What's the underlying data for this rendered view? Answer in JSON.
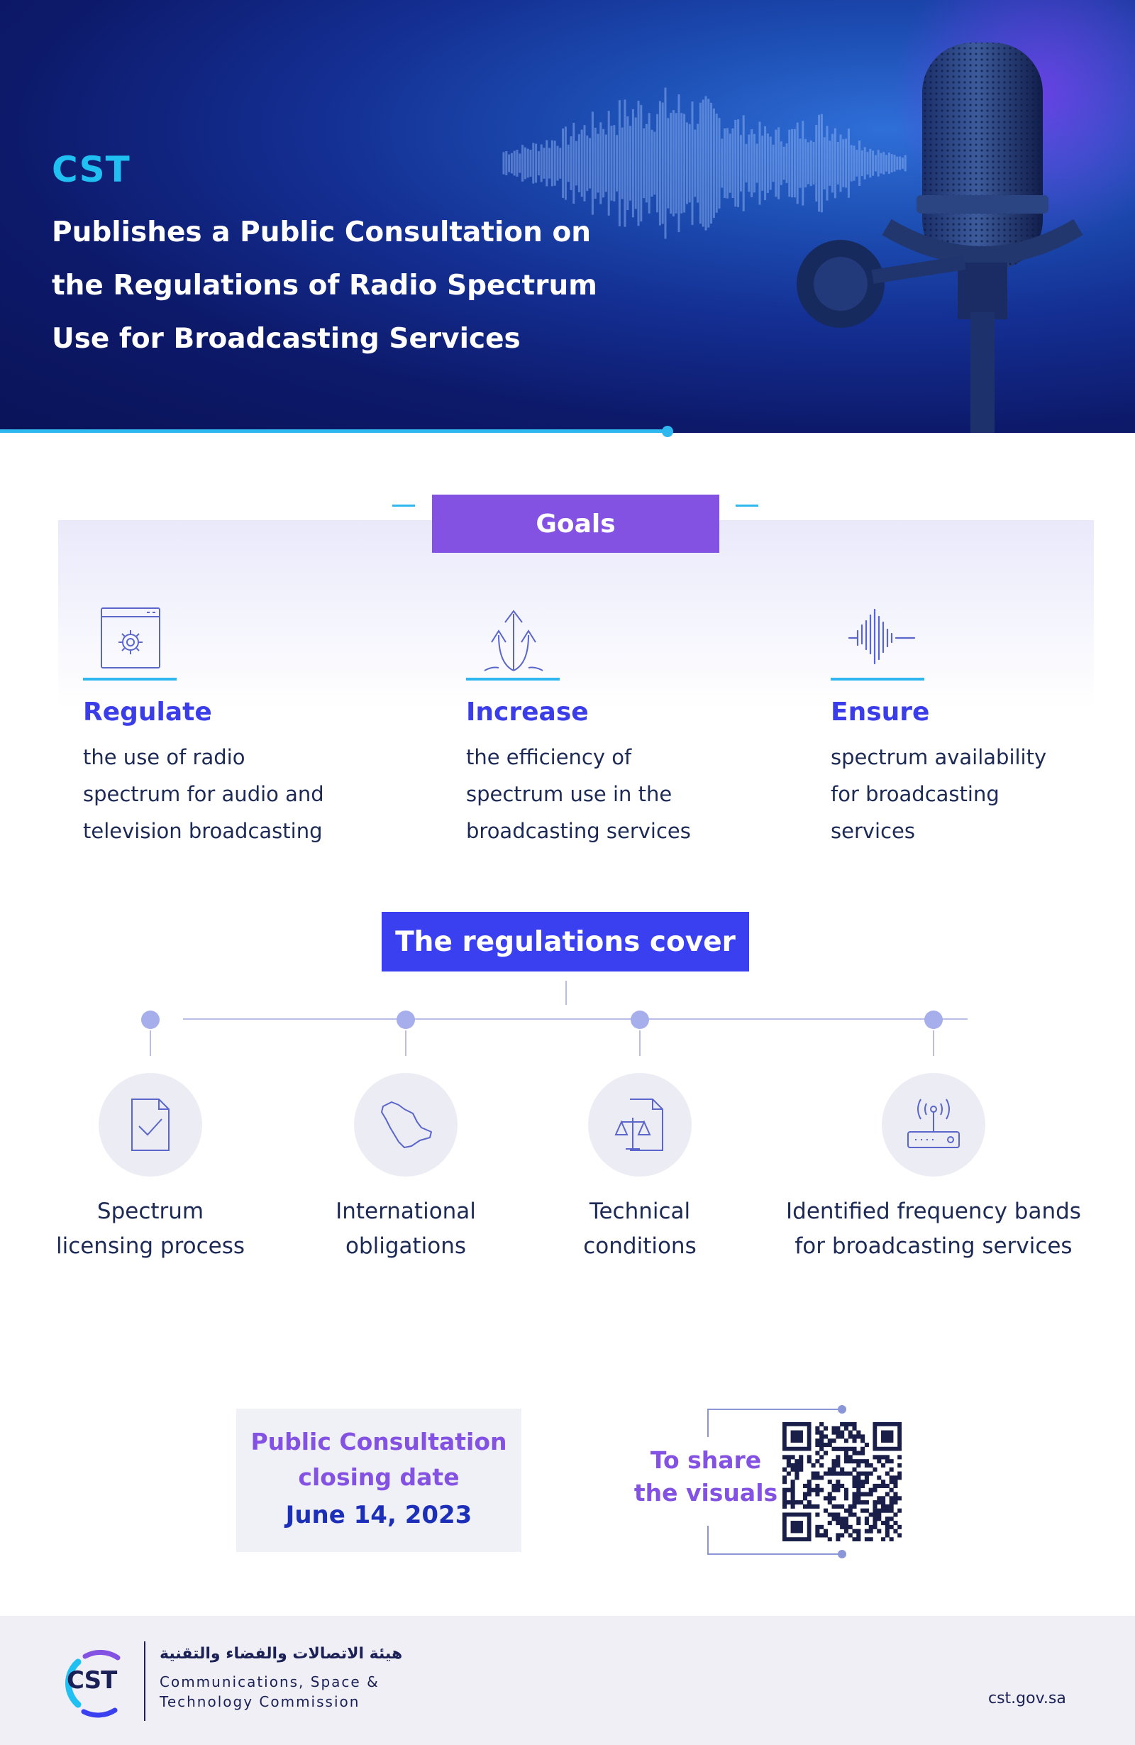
{
  "hero": {
    "brand": "CST",
    "title_lines": [
      "Publishes a Public Consultation on",
      "the Regulations of Radio Spectrum",
      "Use for Broadcasting Services"
    ]
  },
  "goals": {
    "label": "Goals",
    "items": [
      {
        "icon": "gear-window-icon",
        "heading": "Regulate",
        "body": "the use of radio\nspectrum for audio and\ntelevision broadcasting"
      },
      {
        "icon": "arrows-up-icon",
        "heading": "Increase",
        "body": "the efficiency of\nspectrum use in the\nbroadcasting services"
      },
      {
        "icon": "sound-wave-icon",
        "heading": "Ensure",
        "body": "spectrum availability\nfor broadcasting\nservices"
      }
    ]
  },
  "regulations": {
    "label": "The regulations cover",
    "items": [
      {
        "icon": "document-check-icon",
        "label": "Spectrum\nlicensing process"
      },
      {
        "icon": "saudi-map-icon",
        "label": "International\nobligations"
      },
      {
        "icon": "scales-document-icon",
        "label": "Technical\nconditions"
      },
      {
        "icon": "router-antenna-icon",
        "label": "Identified frequency bands\nfor broadcasting services"
      }
    ]
  },
  "consultation": {
    "label": "Public Consultation\nclosing date",
    "date": "June 14, 2023"
  },
  "share": {
    "label": "To share\nthe visuals",
    "qr_icon": "qr-code-icon"
  },
  "footer": {
    "logo_text": "CST",
    "org_arabic": "هيئة الاتصالات والفضاء والتقنية",
    "org_english": "Communications, Space &\nTechnology Commission",
    "url": "cst.gov.sa"
  },
  "colors": {
    "purple": "#8452e2",
    "blue": "#3a3ff0",
    "cyan": "#2fb7f0",
    "navy": "#1c2a55"
  }
}
